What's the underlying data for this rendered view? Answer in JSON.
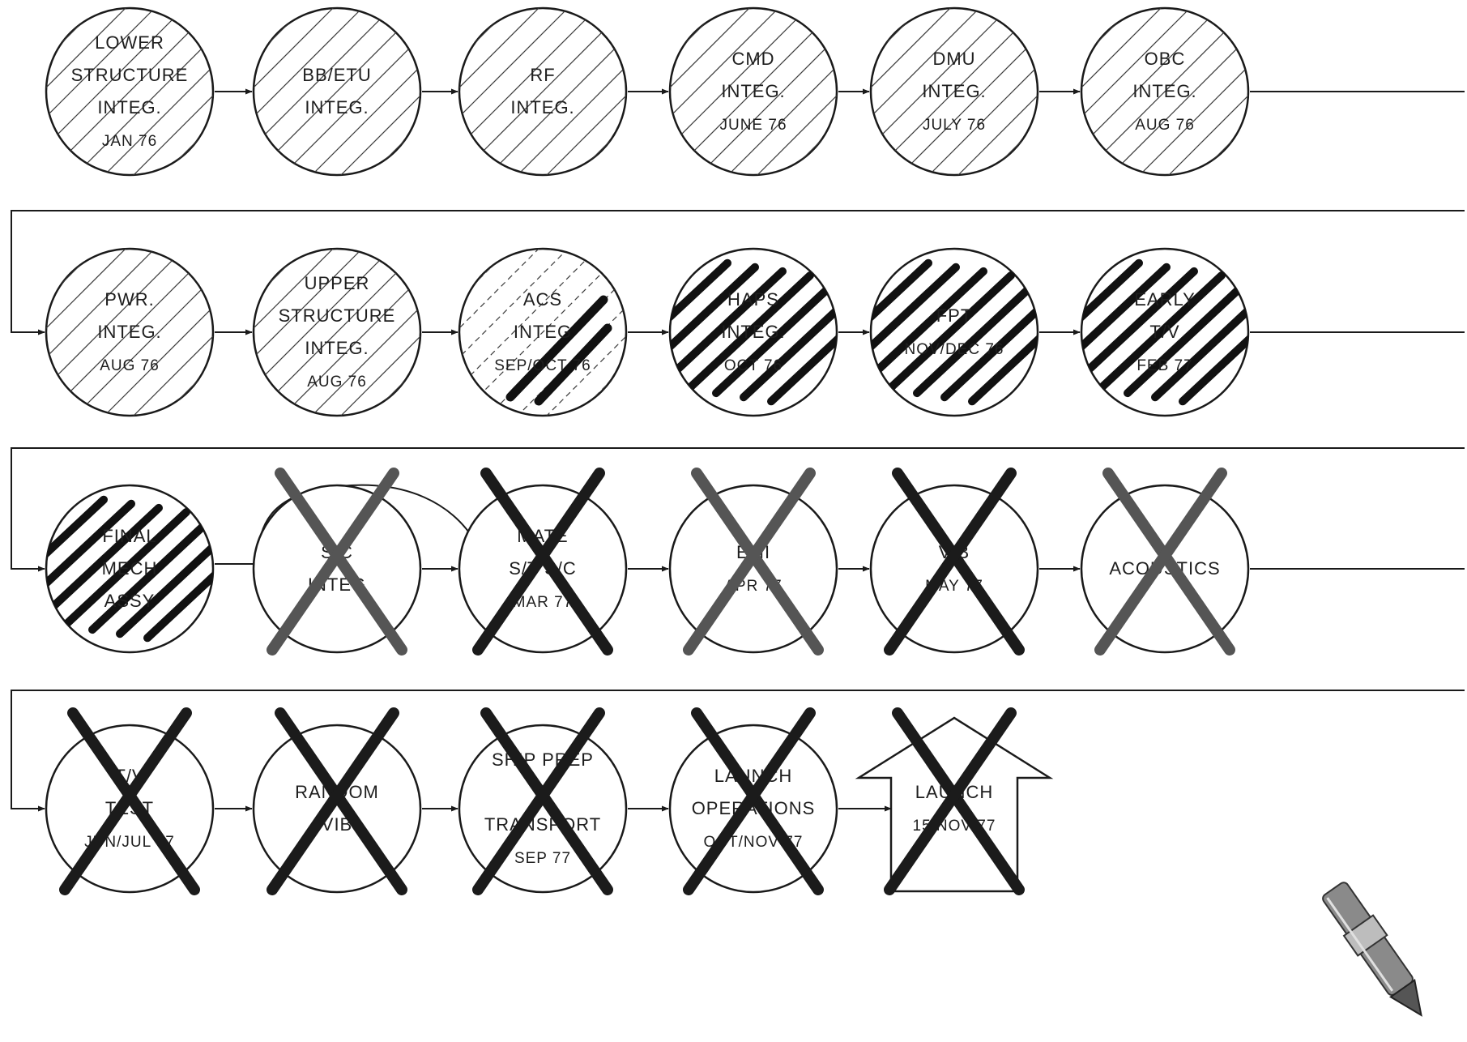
{
  "colors": {
    "paper": "#ffffff",
    "ink": "#1a1a1a",
    "hatch": "#3a3a3a",
    "marker": "#111111",
    "cross": "#1b1b1b",
    "cross_faded": "#555555"
  },
  "icons": {
    "corner_graphic": "drafting-pen-icon"
  },
  "rows": [
    {
      "exit_arrow": true,
      "nodes": [
        {
          "label_lines": [
            "LOWER",
            "STRUCTURE",
            "INTEG."
          ],
          "date": "JAN 76",
          "status": "complete"
        },
        {
          "label_lines": [
            "BB/ETU",
            "INTEG."
          ],
          "date": "",
          "status": "complete"
        },
        {
          "label_lines": [
            "RF",
            "INTEG."
          ],
          "date": "",
          "status": "complete"
        },
        {
          "label_lines": [
            "CMD",
            "INTEG."
          ],
          "date": "JUNE 76",
          "status": "complete"
        },
        {
          "label_lines": [
            "DMU",
            "INTEG."
          ],
          "date": "JULY 76",
          "status": "complete"
        },
        {
          "label_lines": [
            "OBC",
            "INTEG."
          ],
          "date": "AUG 76",
          "status": "complete"
        }
      ]
    },
    {
      "exit_arrow": true,
      "nodes": [
        {
          "label_lines": [
            "PWR.",
            "INTEG."
          ],
          "date": "AUG 76",
          "status": "complete"
        },
        {
          "label_lines": [
            "UPPER",
            "STRUCTURE",
            "INTEG."
          ],
          "date": "AUG 76",
          "status": "complete"
        },
        {
          "label_lines": [
            "ACS",
            "INTEG"
          ],
          "date": "SEP/OCT 76",
          "status": "partial"
        },
        {
          "label_lines": [
            "HAPS",
            "INTEG."
          ],
          "date": "OCT 76",
          "status": "in-progress"
        },
        {
          "label_lines": [
            "FPT"
          ],
          "date": "NOV/DEC 76",
          "status": "in-progress"
        },
        {
          "label_lines": [
            "EARLY",
            "T/V"
          ],
          "date": "FEB 77",
          "status": "in-progress"
        }
      ]
    },
    {
      "exit_arrow": true,
      "nodes": [
        {
          "label_lines": [
            "FINAL",
            "MECH",
            "ASSY"
          ],
          "date": "",
          "status": "in-progress"
        },
        {
          "label_lines": [
            "S/C",
            "INTEG"
          ],
          "date": "",
          "status": "crossed"
        },
        {
          "label_lines": [
            "MATE",
            "S/T   S/C"
          ],
          "date": "MAR 77",
          "status": "crossed"
        },
        {
          "label_lines": [
            "EMI"
          ],
          "date": "APR 77",
          "status": "crossed"
        },
        {
          "label_lines": [
            "VIB"
          ],
          "date": "MAY 77",
          "status": "crossed"
        },
        {
          "label_lines": [
            "ACOUSTICS"
          ],
          "date": "",
          "status": "crossed"
        }
      ]
    },
    {
      "exit_arrow": false,
      "nodes": [
        {
          "label_lines": [
            "T/V",
            "TEST"
          ],
          "date": "JUN/JUL 77",
          "status": "crossed"
        },
        {
          "label_lines": [
            "RANDOM",
            "VIB"
          ],
          "date": "",
          "status": "crossed"
        },
        {
          "label_lines": [
            "SHIP PREP",
            "&",
            "TRANSPORT"
          ],
          "date": "SEP 77",
          "status": "crossed"
        },
        {
          "label_lines": [
            "LAUNCH",
            "OPERATIONS"
          ],
          "date": "OCT/NOV 77",
          "status": "crossed"
        },
        {
          "label_lines": [
            "LAUNCH"
          ],
          "date": "15 NOV 77",
          "status": "crossed",
          "shape": "house"
        }
      ]
    }
  ]
}
